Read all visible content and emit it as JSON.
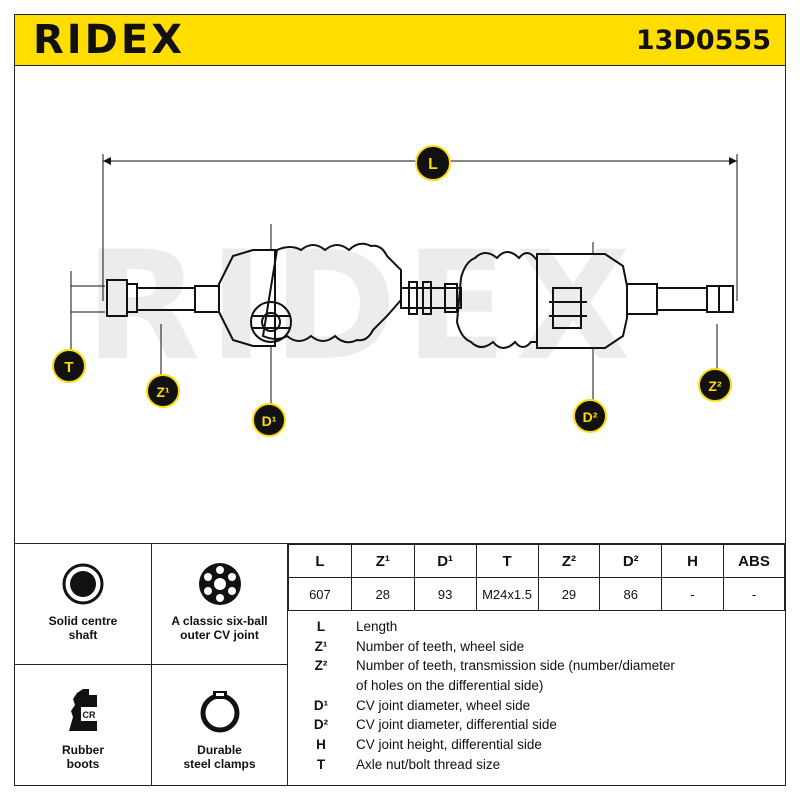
{
  "header": {
    "brand": "RIDEX",
    "part_number": "13D0555"
  },
  "diagram": {
    "watermark": "RIDEX",
    "labels": {
      "L": "L",
      "T": "T",
      "Z1": "Z¹",
      "D1": "D¹",
      "D2": "D²",
      "Z2": "Z²"
    }
  },
  "features": [
    {
      "icon": "solid-shaft-icon",
      "label": "Solid centre\nshaft"
    },
    {
      "icon": "six-ball-cv-joint-icon",
      "label": "A classic six-ball\nouter CV joint"
    },
    {
      "icon": "rubber-boot-cr-icon",
      "label": "Rubber\nboots"
    },
    {
      "icon": "steel-clamp-icon",
      "label": "Durable\nsteel clamps"
    }
  ],
  "spec_table": {
    "headers": [
      "L",
      "Z¹",
      "D¹",
      "T",
      "Z²",
      "D²",
      "H",
      "ABS"
    ],
    "values": [
      "607",
      "28",
      "93",
      "M24x1.5",
      "29",
      "86",
      "-",
      "-"
    ]
  },
  "legend": [
    {
      "key": "L",
      "text": "Length"
    },
    {
      "key": "Z¹",
      "text": "Number of teeth, wheel side"
    },
    {
      "key": "Z²",
      "text": "Number of teeth, transmission side (number/diameter"
    },
    {
      "key": "",
      "text": "of holes on the differential side)"
    },
    {
      "key": "D¹",
      "text": "CV joint diameter, wheel side"
    },
    {
      "key": "D²",
      "text": "CV joint diameter, differential side"
    },
    {
      "key": "H",
      "text": "CV joint height, differential side"
    },
    {
      "key": "T",
      "text": "Axle nut/bolt thread size"
    }
  ],
  "colors": {
    "accent": "#ffdd00",
    "ink": "#111111",
    "watermark": "#e9e9e9"
  }
}
